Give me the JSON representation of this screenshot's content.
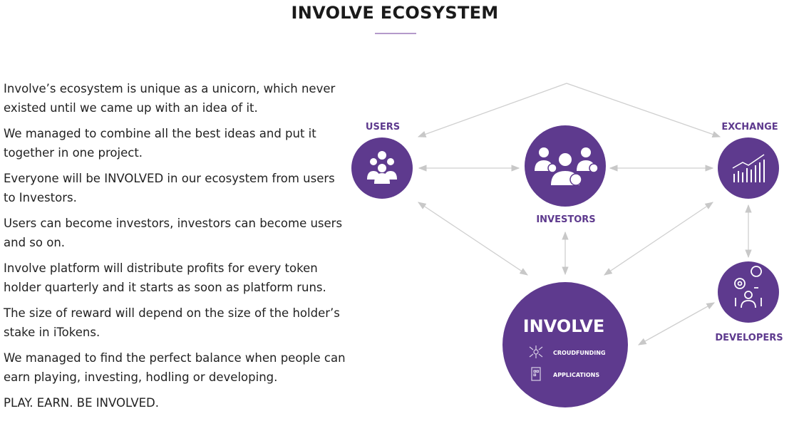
{
  "title": "INVOLVE ECOSYSTEM",
  "paragraphs": [
    "Involve’s ecosystem is unique as a unicorn, which never existed until we came up with an idea of it.",
    "We managed to combine all the best ideas and put it together in one project.",
    "Everyone will be INVOLVED in our ecosystem from users to Investors.",
    "Users can become investors, investors can become users and so on.",
    "Involve platform will distribute profits for every token holder quarterly and it starts as soon as platform runs.",
    "The size of reward will depend on the size of the holder’s stake in iTokens.",
    "We managed to find the perfect balance when people can earn playing, investing, hodling or developing.",
    "PLAY. EARN. BE INVOLVED."
  ],
  "diagram": {
    "users": "USERS",
    "investors": "INVESTORS",
    "exchange": "EXCHANGE",
    "developers": "DEVELOPERS",
    "involve": "INVOLVE",
    "crowdfunding": "CROUDFUNDING",
    "applications": "APPLICATIONS"
  },
  "colors": {
    "accent": "#5e3a8e",
    "line": "#c8c8c8"
  }
}
